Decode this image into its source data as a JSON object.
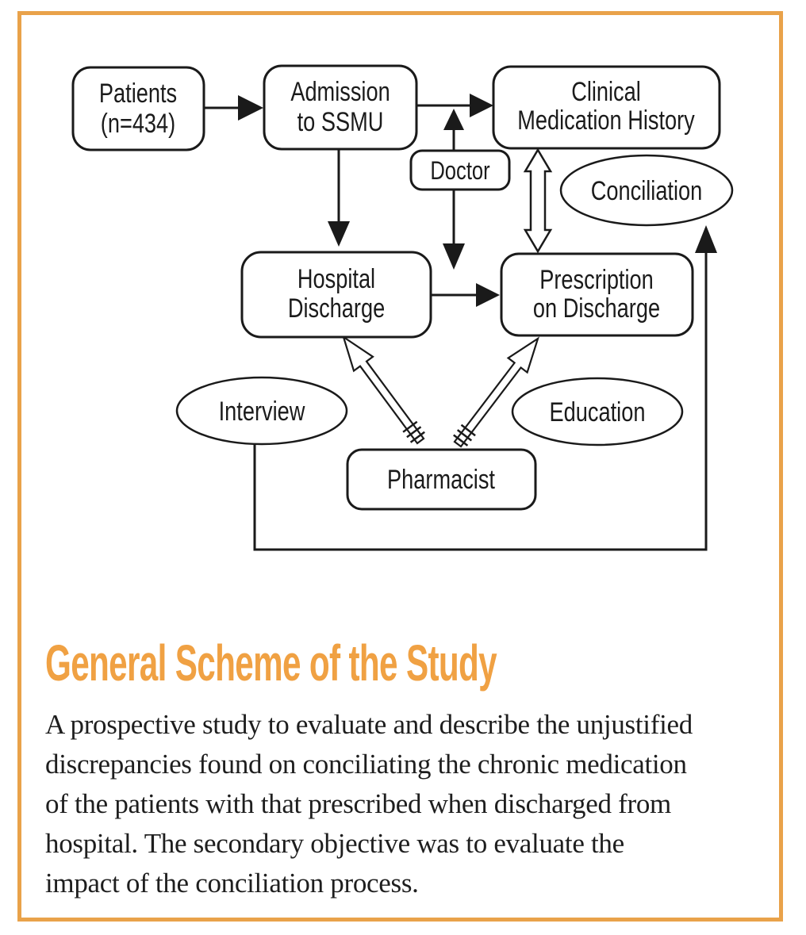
{
  "frame": {
    "border_color": "#E9A24A"
  },
  "diagram": {
    "boxes": {
      "patients": {
        "line1": "Patients",
        "line2": "(n=434)"
      },
      "admission": {
        "line1": "Admission",
        "line2": "to SSMU"
      },
      "clinical": {
        "line1": "Clinical",
        "line2": "Medication History"
      },
      "doctor": {
        "label": "Doctor"
      },
      "hospital": {
        "line1": "Hospital",
        "line2": "Discharge"
      },
      "prescription": {
        "line1": "Prescription",
        "line2": "on Discharge"
      },
      "pharmacist": {
        "label": "Pharmacist"
      }
    },
    "ellipses": {
      "conciliation": {
        "label": "Conciliation"
      },
      "interview": {
        "label": "Interview"
      },
      "education": {
        "label": "Education"
      }
    }
  },
  "title": {
    "text": "General Scheme of the Study",
    "color": "#F0A143"
  },
  "body": {
    "lines": [
      "A prospective study to evaluate and describe the unjustified",
      "discrepancies found on conciliating the chronic medication",
      "of the patients with that prescribed when discharged from",
      "hospital. The secondary objective was to evaluate the",
      "impact of the conciliation process."
    ]
  }
}
